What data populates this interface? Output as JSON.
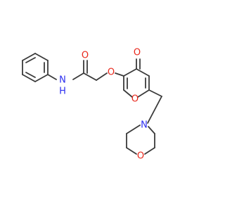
{
  "atom_labels": {
    "amide_nitrogen": "N",
    "amide_hydrogen": "H",
    "amide_oxygen": "O",
    "ether_oxygen": "O",
    "ketone_oxygen": "O",
    "ring_oxygen": "O",
    "morpholine_nitrogen": "N",
    "morpholine_oxygen": "O"
  },
  "colors": {
    "bond": "#3a3a3a",
    "oxygen": "#e8261a",
    "nitrogen": "#2b2ef0"
  }
}
